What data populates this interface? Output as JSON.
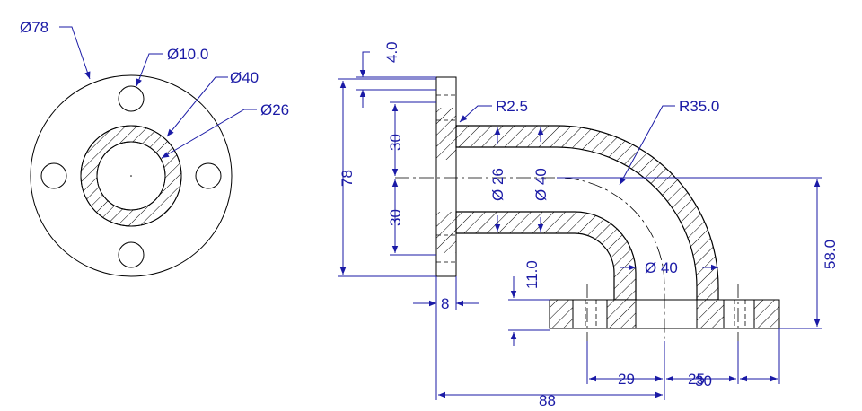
{
  "front_view": {
    "labels": {
      "outer_diameter": "Ø78",
      "bolt_hole_diameter": "Ø10.0",
      "pipe_outer_diameter": "Ø40",
      "pipe_inner_diameter": "Ø26"
    }
  },
  "side_view": {
    "labels": {
      "flange_thickness": "4.0",
      "fillet_radius": "R2.5",
      "bend_radius": "R35.0",
      "upper_spacing": "30",
      "lower_spacing": "30",
      "overall_height": "78",
      "inner_diameter": "Ø 26",
      "outer_diameter_vertical": "Ø 40",
      "outer_diameter_horizontal": "Ø 40",
      "base_flange_thickness": "11.0",
      "vertical_offset": "58.0",
      "flange_width": "8",
      "bend_offset": "29",
      "right_spacing_a": "25",
      "right_spacing_b": "30",
      "overall_length": "88"
    }
  }
}
